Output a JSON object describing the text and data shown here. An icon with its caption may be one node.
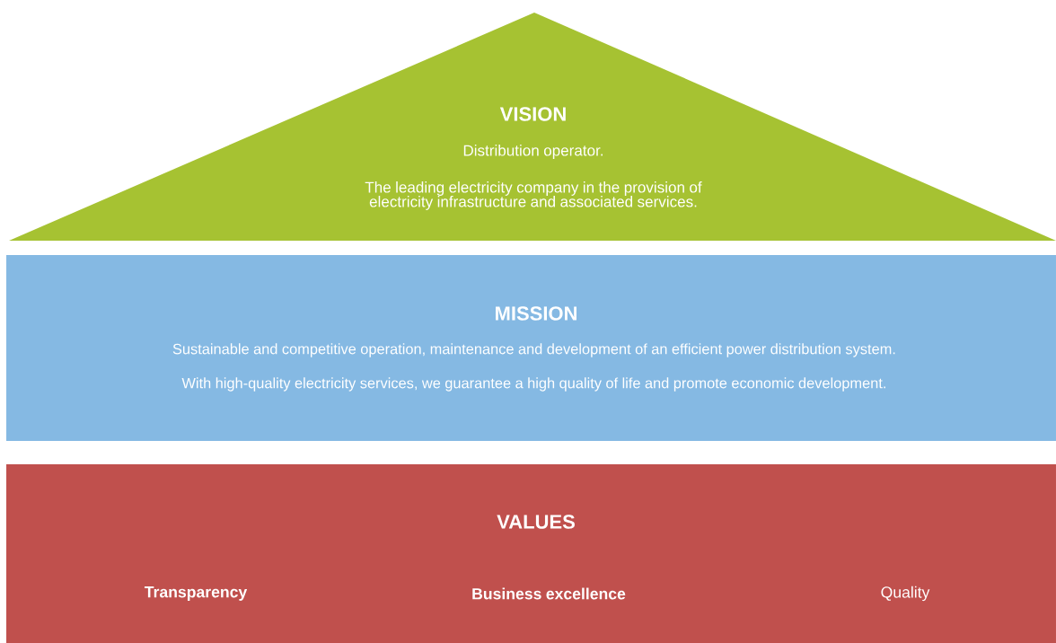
{
  "diagram": {
    "nodes": [
      {
        "text": [
          "VISION",
          "Distribution operator.",
          "The leading electricity company in the provision of electricity infrastructure and associated services."
        ]
      },
      {
        "text": [
          "MISSION",
          "Sustainable and competitive operation, maintenance and development of an efficient power distribution system.",
          "With high-quality electricity services, we guarantee a high quality of life and promote economic development."
        ]
      },
      {
        "text": [
          "VALUES",
          "Transparency",
          "Business excellence",
          "Quality"
        ]
      }
    ]
  }
}
